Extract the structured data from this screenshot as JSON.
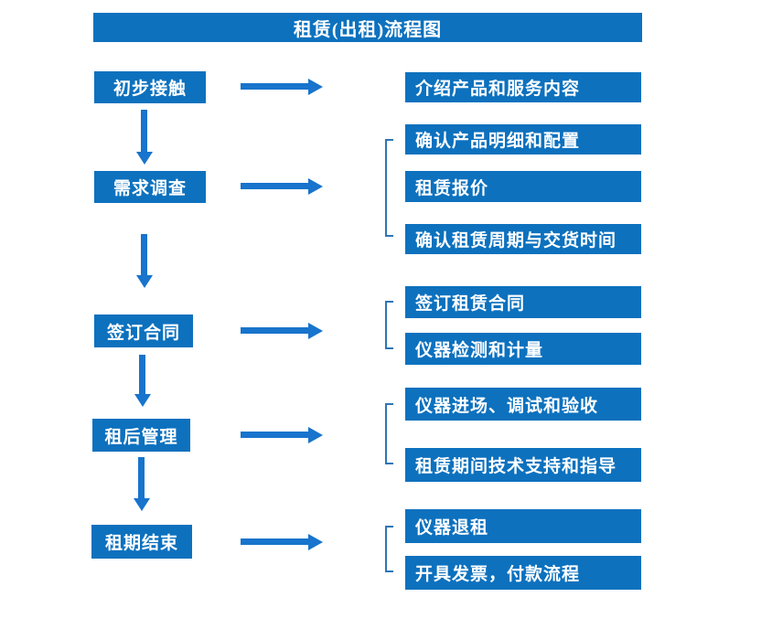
{
  "title": "租赁(出租)流程图",
  "colors": {
    "box": "#0D71BE",
    "arrow": "#1874CC",
    "bracket": "#2E75B6",
    "text": "#FFFFFF",
    "background": "#FFFFFF"
  },
  "steps": [
    {
      "label": "初步接触",
      "details": [
        "介绍产品和服务内容"
      ]
    },
    {
      "label": "需求调查",
      "details": [
        "确认产品明细和配置",
        "租赁报价",
        "确认租赁周期与交货时间"
      ]
    },
    {
      "label": "签订合同",
      "details": [
        "签订租赁合同",
        "仪器检测和计量"
      ]
    },
    {
      "label": "租后管理",
      "details": [
        "仪器进场、调试和验收",
        "租赁期间技术支持和指导"
      ]
    },
    {
      "label": "租期结束",
      "details": [
        "仪器退租",
        "开具发票，付款流程"
      ]
    }
  ]
}
